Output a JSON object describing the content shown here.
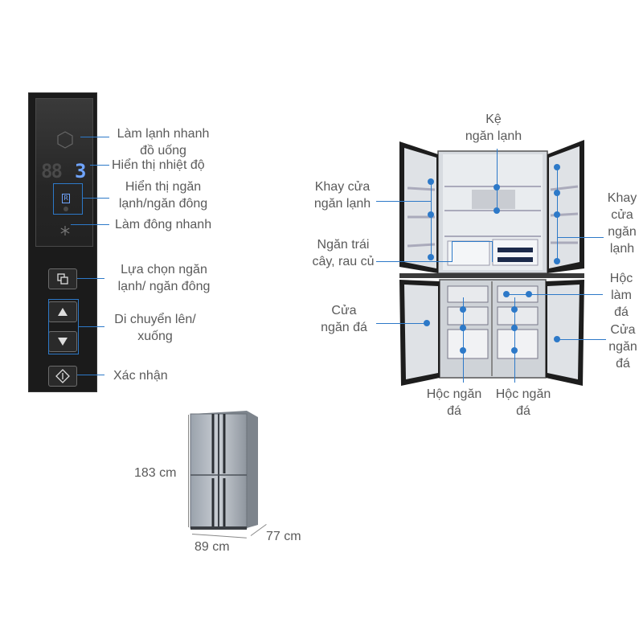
{
  "panel": {
    "temp_digit": "3",
    "temp_dim_digits": "88",
    "zone_letter": "R",
    "labels": {
      "quick_cool": "Làm lạnh nhanh\nđồ uống",
      "temp_display": "Hiển thị nhiệt độ",
      "zone_display": "Hiển thị ngăn\nlạnh/ngăn đông",
      "quick_freeze": "Làm đông nhanh",
      "select_zone": "Lựa chọn ngăn\nlạnh/ ngăn đông",
      "up_down": "Di chuyển lên/\nxuống",
      "confirm": "Xác nhận"
    }
  },
  "fridge": {
    "labels": {
      "shelf": "Kệ\nngăn lạnh",
      "fridge_door_tray_left": "Khay cửa\nngăn lạnh",
      "fridge_door_tray_right": "Khay\ncửa\nngăn\nlạnh",
      "fruit_veg_drawer": "Ngăn trái\ncây, rau củ",
      "ice_maker": "Hộc\nlàm\nđá",
      "freezer_door_left": "Cửa\nngăn đá",
      "freezer_door_right": "Cửa\nngăn\nđá",
      "ice_drawer_1": "Hộc ngăn\nđá",
      "ice_drawer_2": "Hộc ngăn\nđá"
    }
  },
  "dimensions": {
    "height": "183 cm",
    "width": "89 cm",
    "depth": "77 cm"
  },
  "colors": {
    "accent": "#2d79c8",
    "digit": "#6fa4ff",
    "panel": "#1b1b1b"
  }
}
